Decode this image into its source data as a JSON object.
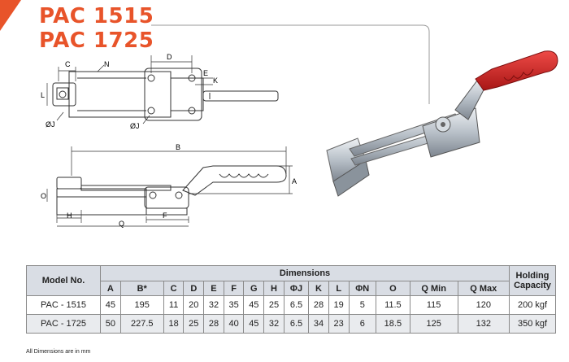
{
  "titles": [
    "PAC 1515",
    "PAC 1725"
  ],
  "drawing_labels": {
    "C": "C",
    "N": "N",
    "D": "D",
    "E": "E",
    "K": "K",
    "L": "L",
    "OJ_top": "ØJ",
    "OJ_mid": "ØJ",
    "B": "B",
    "A": "A",
    "O": "O",
    "H": "H",
    "F": "F",
    "Q": "Q"
  },
  "table": {
    "model_header": "Model No.",
    "dimensions_header": "Dimensions",
    "capacity_header": "Holding Capacity",
    "columns": [
      "A",
      "B*",
      "C",
      "D",
      "E",
      "F",
      "G",
      "H",
      "ΦJ",
      "K",
      "L",
      "ΦN",
      "O",
      "Q Min",
      "Q Max"
    ],
    "rows": [
      {
        "model": "PAC - 1515",
        "values": [
          "45",
          "195",
          "11",
          "20",
          "32",
          "35",
          "45",
          "25",
          "6.5",
          "28",
          "19",
          "5",
          "11.5",
          "115",
          "120"
        ],
        "capacity": "200 kgf"
      },
      {
        "model": "PAC - 1725",
        "values": [
          "50",
          "227.5",
          "18",
          "25",
          "28",
          "40",
          "45",
          "32",
          "6.5",
          "34",
          "23",
          "6",
          "18.5",
          "125",
          "132"
        ],
        "capacity": "350 kgf"
      }
    ]
  },
  "note": "All Dimensions are in mm"
}
